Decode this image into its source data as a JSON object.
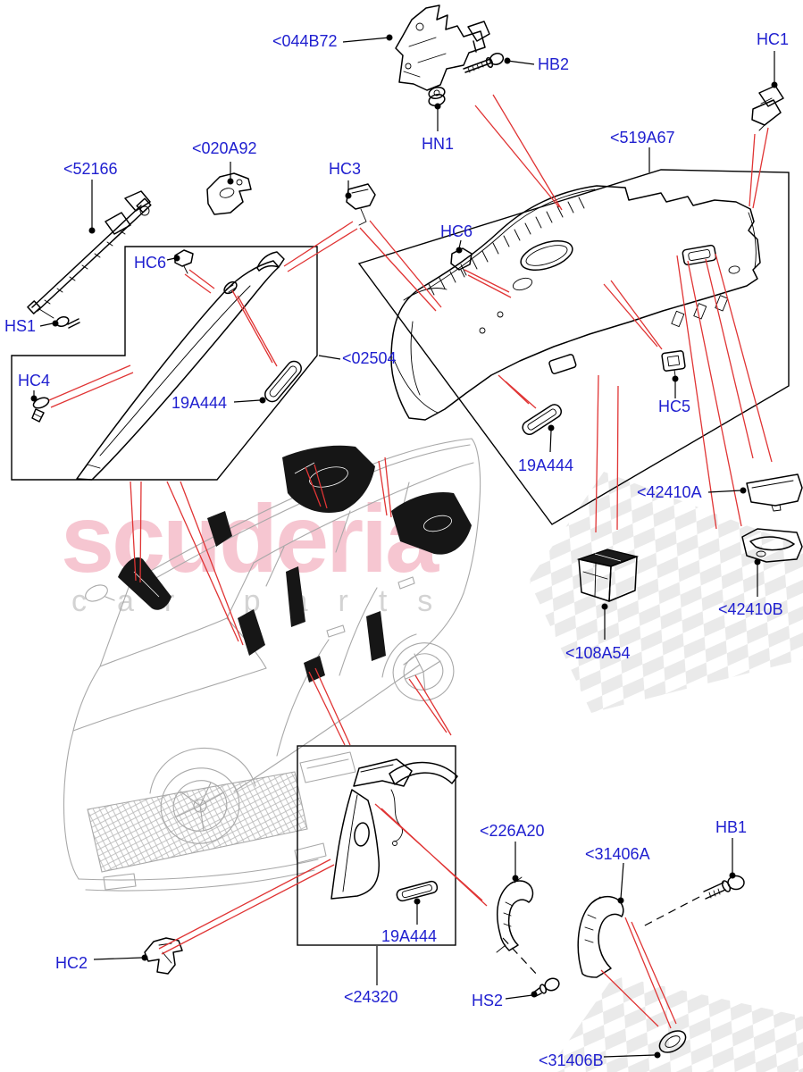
{
  "watermark": {
    "brand": "scuderia",
    "tagline": "car parts"
  },
  "callouts": {
    "c044B72": "<044B72",
    "hb2": "HB2",
    "hc1": "HC1",
    "hn1": "HN1",
    "c519A67": "<519A67",
    "c52166": "<52166",
    "c020A92": "<020A92",
    "hc3": "HC3",
    "hc6": "HC6",
    "hs1": "HS1",
    "hc4": "HC4",
    "c19A444": "19A444",
    "c02504": "<02504",
    "hc5": "HC5",
    "c42410A": "<42410A",
    "c42410B": "<42410B",
    "c108A54": "<108A54",
    "c226A20": "<226A20",
    "c31406A": "<31406A",
    "hb1": "HB1",
    "hc2": "HC2",
    "c24320": "<24320",
    "hs2": "HS2",
    "c31406B": "<31406B"
  },
  "colors": {
    "label_blue": "#2020d0",
    "leader_red": "#e03434",
    "line_black": "#000000",
    "car_gray": "#a8a8a8",
    "watermark_pink": "#f4b9c6",
    "watermark_gray": "#cfcfcf",
    "checker_gray": "#d9d9d9",
    "background": "#ffffff"
  }
}
